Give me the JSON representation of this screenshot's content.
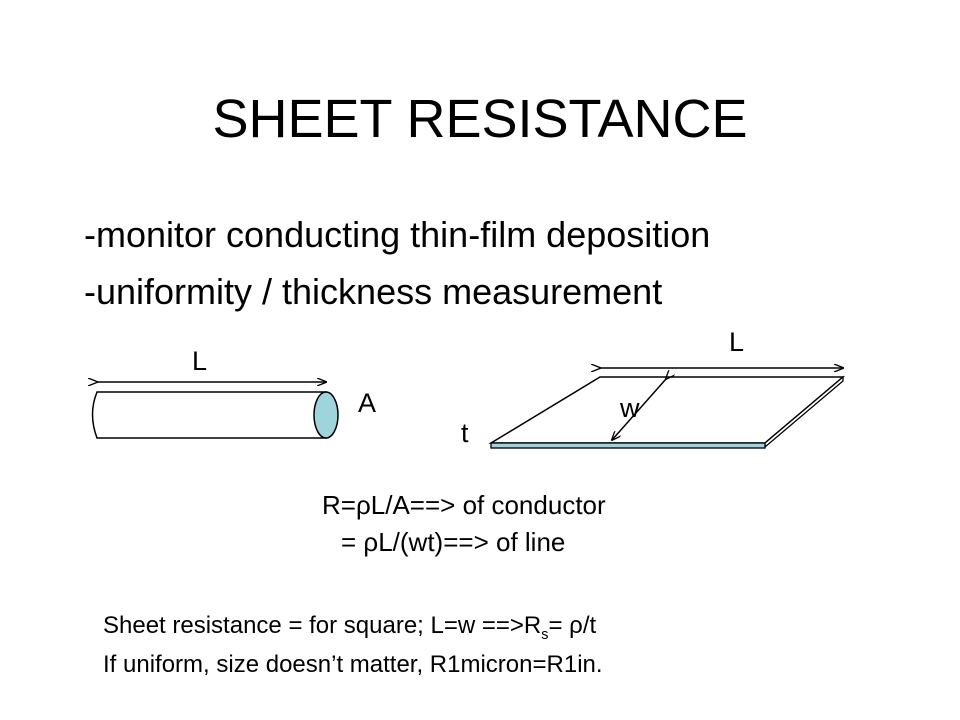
{
  "slide": {
    "title": "SHEET RESISTANCE",
    "bullets": [
      "-monitor conducting thin-film deposition",
      "-uniformity / thickness measurement"
    ]
  },
  "diagram": {
    "conductor": {
      "length_label": "L",
      "area_label": "A"
    },
    "film": {
      "length_label": "L",
      "width_label": "w",
      "thickness_label": "t"
    },
    "colors": {
      "end_face": "#9fd4dc",
      "film_edge": "#9fd4dc",
      "stroke": "#000000"
    }
  },
  "equations": {
    "line1_prefix": "R=",
    "line1_rho": "ρ",
    "line1_suffix": "L/A==> of conductor",
    "line2_prefix": "= ",
    "line2_rho": "ρ",
    "line2_suffix": "L/(wt)==> of line"
  },
  "notes": {
    "sheet_prefix": "Sheet resistance = for square; L=w ==>R",
    "sheet_sub": "s",
    "sheet_mid": "= ",
    "sheet_rho": "ρ",
    "sheet_suffix": "/t",
    "uniform": "If uniform, size doesn’t matter, R1micron=R1in."
  }
}
